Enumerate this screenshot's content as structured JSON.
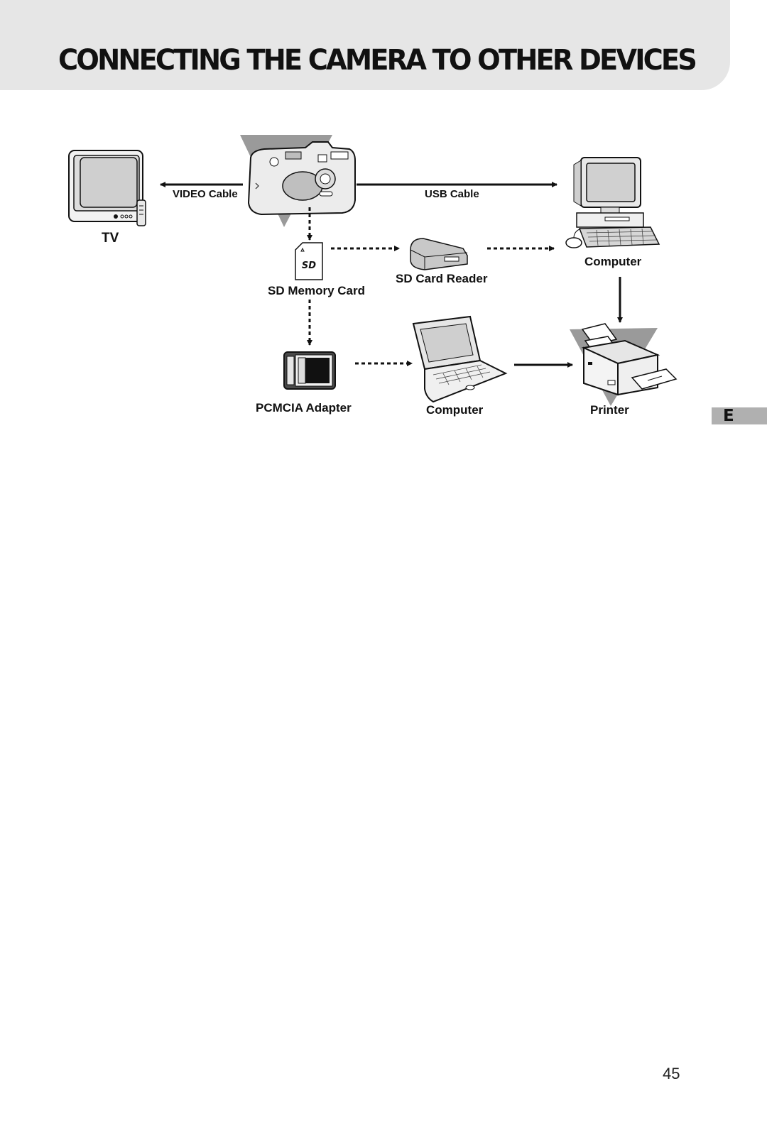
{
  "header": {
    "title": "CONNECTING THE CAMERA TO OTHER DEVICES"
  },
  "diagram": {
    "labels": {
      "tv": "TV",
      "video_cable": "VIDEO Cable",
      "usb_cable": "USB Cable",
      "computer_desktop": "Computer",
      "sd_memory_card": "SD Memory Card",
      "sd_card_reader": "SD Card Reader",
      "pcmcia_adapter": "PCMCIA Adapter",
      "computer_laptop": "Computer",
      "printer": "Printer"
    },
    "sd_logo_text": "SD",
    "connections": [
      {
        "from": "camera",
        "to": "tv",
        "style": "solid"
      },
      {
        "from": "camera",
        "to": "computer_desktop",
        "style": "solid"
      },
      {
        "from": "camera",
        "to": "sd_memory_card",
        "style": "dashed"
      },
      {
        "from": "sd_memory_card",
        "to": "sd_card_reader",
        "style": "dashed"
      },
      {
        "from": "sd_card_reader",
        "to": "computer_desktop",
        "style": "dashed"
      },
      {
        "from": "sd_memory_card",
        "to": "pcmcia_adapter",
        "style": "dashed"
      },
      {
        "from": "pcmcia_adapter",
        "to": "computer_laptop",
        "style": "dashed"
      },
      {
        "from": "computer_laptop",
        "to": "printer",
        "style": "solid"
      },
      {
        "from": "computer_desktop",
        "to": "printer",
        "style": "solid"
      }
    ]
  },
  "side_tab": {
    "letter": "E"
  },
  "footer": {
    "page_number": "45"
  },
  "colors": {
    "header_band": "#e6e6e6",
    "side_tab": "#b0b0b0",
    "accent_gray": "#8c8c8c"
  }
}
